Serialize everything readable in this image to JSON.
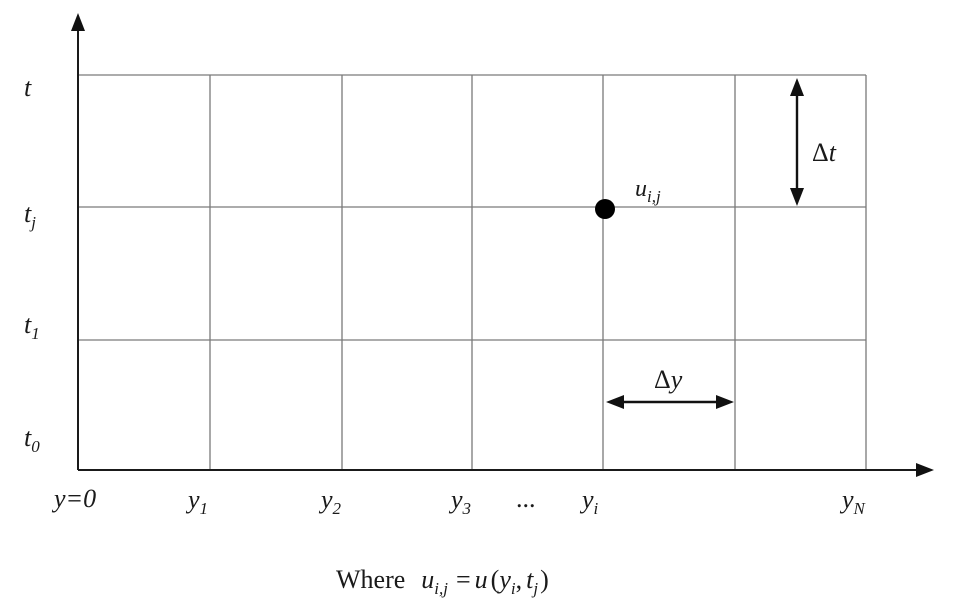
{
  "axis_labels": {
    "t_top": {
      "base": "t",
      "sub": ""
    },
    "t_j": {
      "base": "t",
      "sub": "j"
    },
    "t_1": {
      "base": "t",
      "sub": "1"
    },
    "t_0": {
      "base": "t",
      "sub": "0"
    },
    "y_0": "y=0",
    "y_1": {
      "base": "y",
      "sub": "1"
    },
    "y_2": {
      "base": "y",
      "sub": "2"
    },
    "y_3": {
      "base": "y",
      "sub": "3"
    },
    "ellipsis": "...",
    "y_i": {
      "base": "y",
      "sub": "i"
    },
    "y_N": {
      "base": "y",
      "sub": "N"
    }
  },
  "node_label": {
    "base": "u",
    "sub": "i,j"
  },
  "delta_t": {
    "symbol": "Δ",
    "var": "t"
  },
  "delta_y": {
    "symbol": "Δ",
    "var": "y"
  },
  "caption": {
    "prefix": "Where",
    "lhs_base": "u",
    "lhs_sub": "i,j",
    "equals": "=",
    "fn": "u",
    "open": "(",
    "arg1_base": "y",
    "arg1_sub": "i",
    "comma": ",",
    "arg2_base": "t",
    "arg2_sub": "j",
    "close": ")"
  }
}
